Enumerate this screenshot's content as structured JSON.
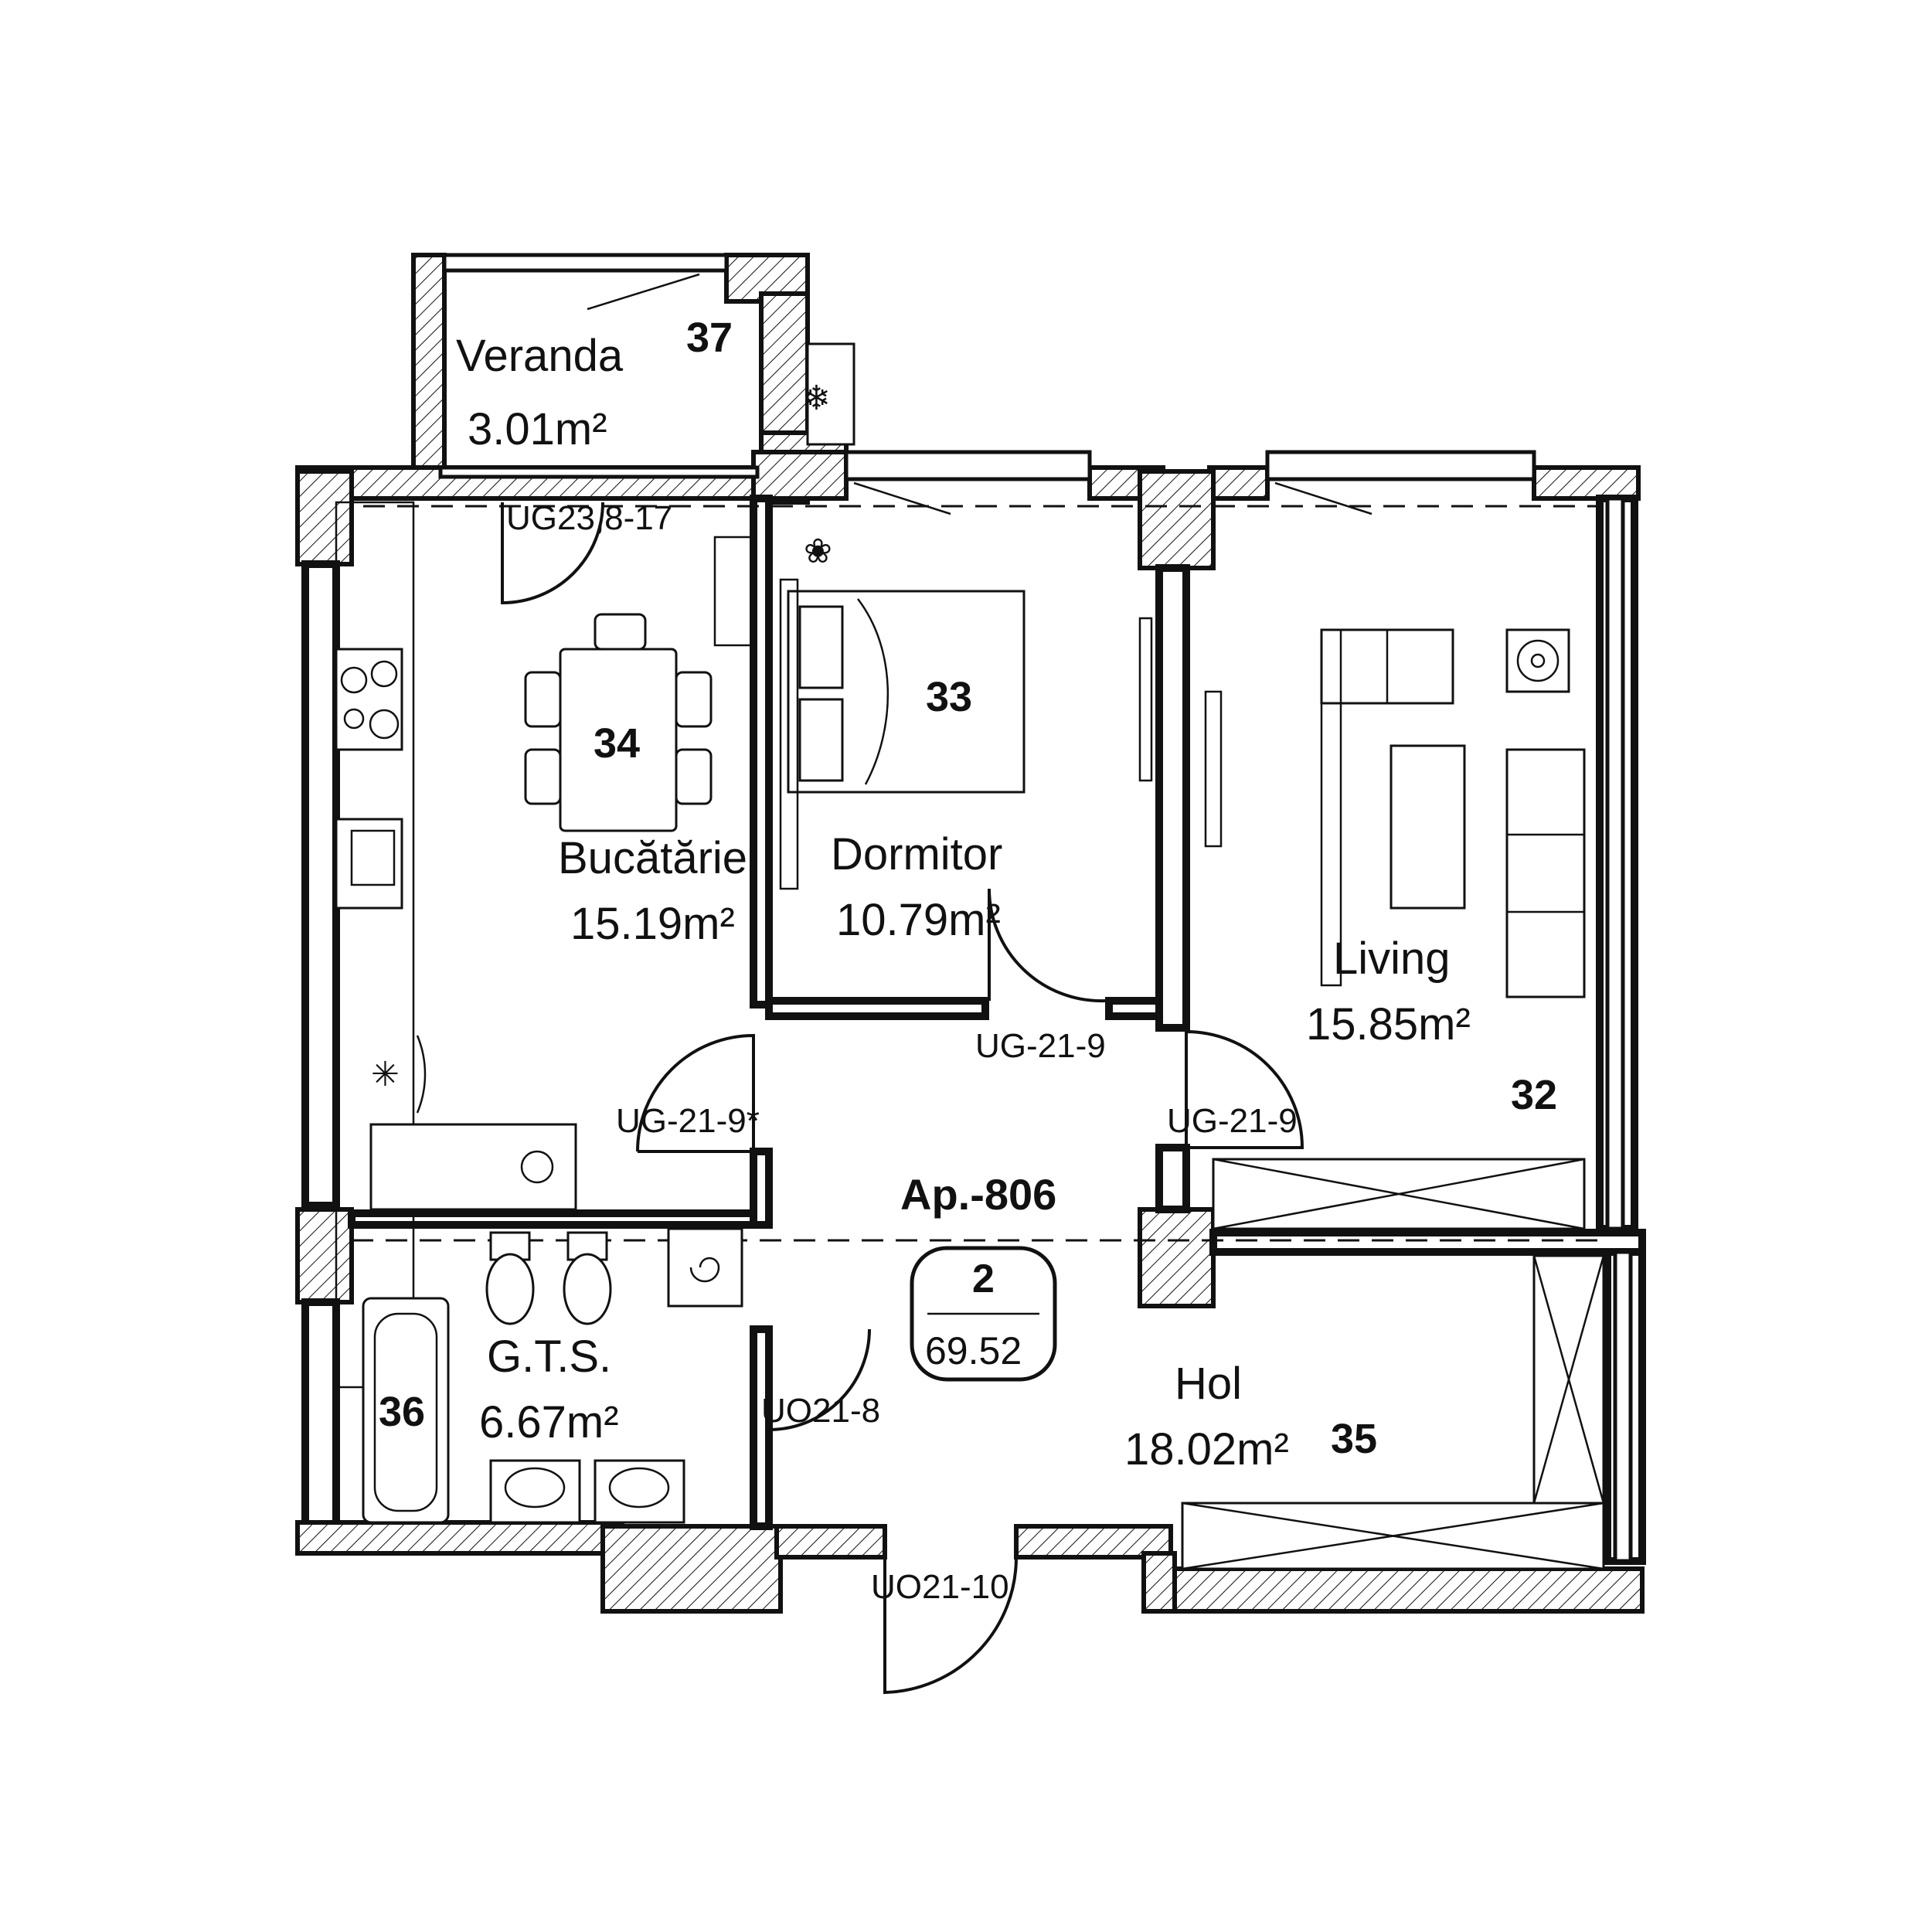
{
  "apartment": {
    "label": "Ap.-806",
    "rooms_count": "2",
    "total_area": "69.52"
  },
  "rooms": {
    "veranda": {
      "name": "Veranda",
      "area": "3.01m²",
      "number": "37"
    },
    "bucatarie": {
      "name": "Bucătărie",
      "area": "15.19m²",
      "number": "34"
    },
    "dormitor": {
      "name": "Dormitor",
      "area": "10.79m²",
      "number": "33"
    },
    "living": {
      "name": "Living",
      "area": "15.85m²",
      "number": "32"
    },
    "gts": {
      "name": "G.T.S.",
      "area": "6.67m²",
      "number": "36"
    },
    "hol": {
      "name": "Hol",
      "area": "18.02m²",
      "number": "35"
    }
  },
  "doors": {
    "veranda_door": "UG23,8-17",
    "kitchen_door": "UG-21-9*",
    "bedroom_door": "UG-21-9",
    "living_door": "UG-21-9",
    "bathroom_door": "UO21-8",
    "entrance_door": "UO21-10"
  },
  "icons": {
    "ac_unit": "snowflake-icon",
    "radiator_flower": "flower-icon"
  },
  "colors": {
    "ink": "#111111",
    "background": "#ffffff",
    "glass": "#d8d8d8"
  }
}
